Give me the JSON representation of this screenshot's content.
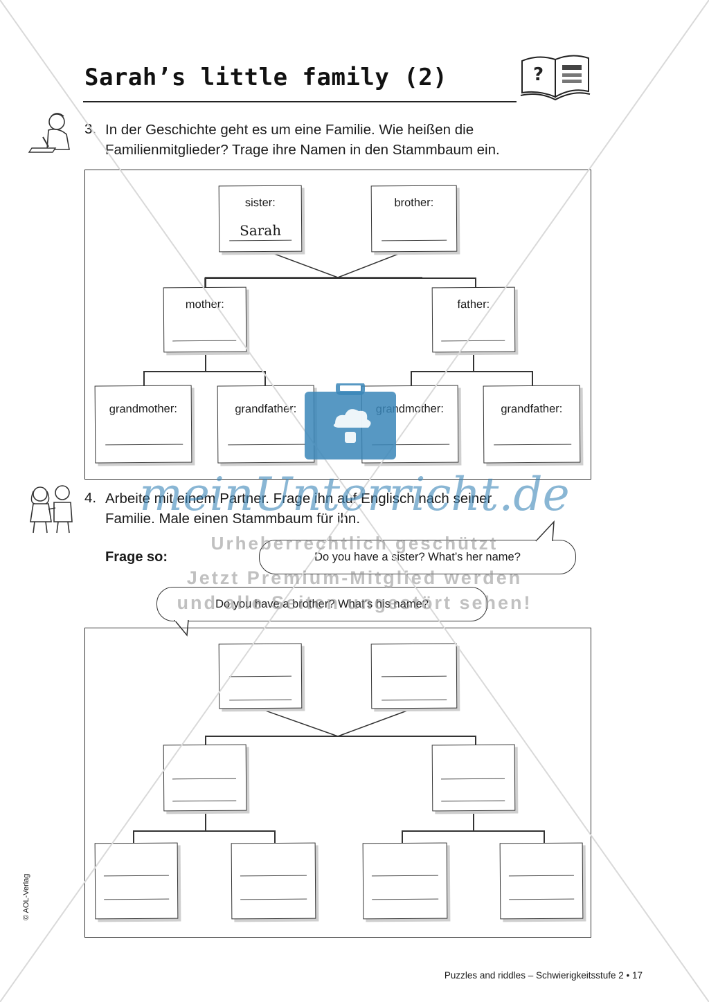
{
  "title": "Sarah’s little family (2)",
  "task3": {
    "number": "3.",
    "line1": "In der Geschichte geht es um eine Familie. Wie heißen die",
    "line2": "Familienmitglieder? Trage ihre Namen in den Stammbaum ein.",
    "labels": {
      "sister": "sister:",
      "brother": "brother:",
      "mother": "mother:",
      "father": "father:",
      "grandmother": "grandmother:",
      "grandfather": "grandfather:"
    },
    "sister_name": "Sarah"
  },
  "task4": {
    "number": "4.",
    "line1": "Arbeite mit einem Partner. Frage ihn auf Englisch nach seiner",
    "line2": "Familie. Male einen Stammbaum für ihn.",
    "prompt": "Frage so:",
    "bubble1": "Do you have a sister? What’s her name?",
    "bubble2": "Do you have a brother? What’s his name?"
  },
  "watermark": {
    "brand": "meinUnterricht.de",
    "line1": "Urheberrechtlich geschützt",
    "line2": "Jetzt Premium-Mitglied werden",
    "line3": "und alle Seiten ungestört sehen!"
  },
  "footer": "Puzzles and riddles – Schwierigkeitsstufe 2  •  17",
  "copyright": "© AOL-Verlag",
  "colors": {
    "watermark_blue": "#3a86b8",
    "watermark_gray": "#8c8c8c"
  },
  "icons": [
    "book-question-icon",
    "writing-child-icon",
    "two-children-icon",
    "briefcase-cloud-icon"
  ]
}
